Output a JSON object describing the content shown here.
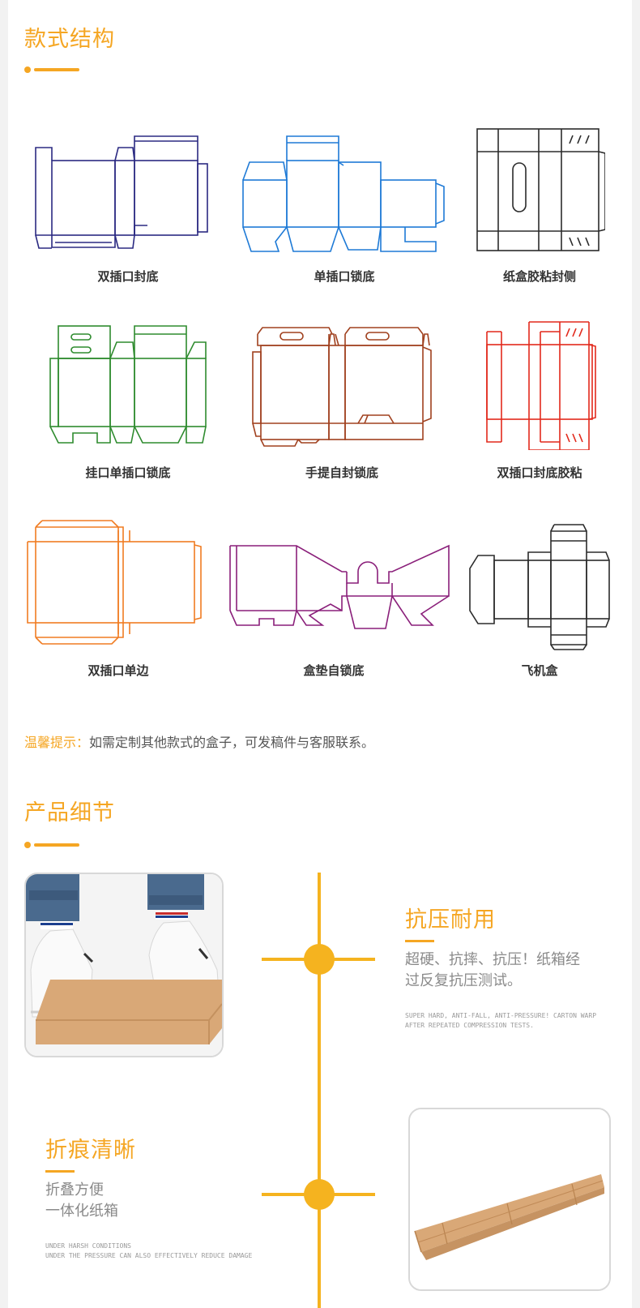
{
  "section1": {
    "title": "款式结构",
    "styles": [
      {
        "label": "双插口封底",
        "color": "#2b2a82"
      },
      {
        "label": "单插口锁底",
        "color": "#1e7ad6"
      },
      {
        "label": "纸盒胶粘封侧",
        "color": "#2b2b2b"
      },
      {
        "label": "挂口单插口锁底",
        "color": "#2e8b2e"
      },
      {
        "label": "手提自封锁底",
        "color": "#a0401e"
      },
      {
        "label": "双插口封底胶粘",
        "color": "#e2291c"
      },
      {
        "label": "双插口单边",
        "color": "#f07c22"
      },
      {
        "label": "盒垫自锁底",
        "color": "#8a1f7a"
      },
      {
        "label": "飞机盒",
        "color": "#2b2b2b"
      }
    ],
    "tip_label": "温馨提示：",
    "tip_text": "如需定制其他款式的盒子，可发稿件与客服联系。"
  },
  "section2": {
    "title": "产品细节",
    "feature1": {
      "title": "抗压耐用",
      "desc_line1": "超硬、抗摔、抗压！纸箱经",
      "desc_line2": "过反复抗压测试。",
      "en_line1": "SUPER HARD, ANTI-FALL, ANTI-PRESSURE! CARTON WARP",
      "en_line2": "AFTER REPEATED COMPRESSION TESTS."
    },
    "feature2": {
      "title": "折痕清晰",
      "desc_line1": "折叠方便",
      "desc_line2": "一体化纸箱",
      "en_line1": "UNDER HARSH CONDITIONS",
      "en_line2": "UNDER THE PRESSURE CAN ALSO EFFECTIVELY REDUCE DAMAGE"
    }
  },
  "theme": {
    "accent": "#f5a623",
    "timeline": "#f5b31f",
    "kraft": "#d9a877"
  }
}
